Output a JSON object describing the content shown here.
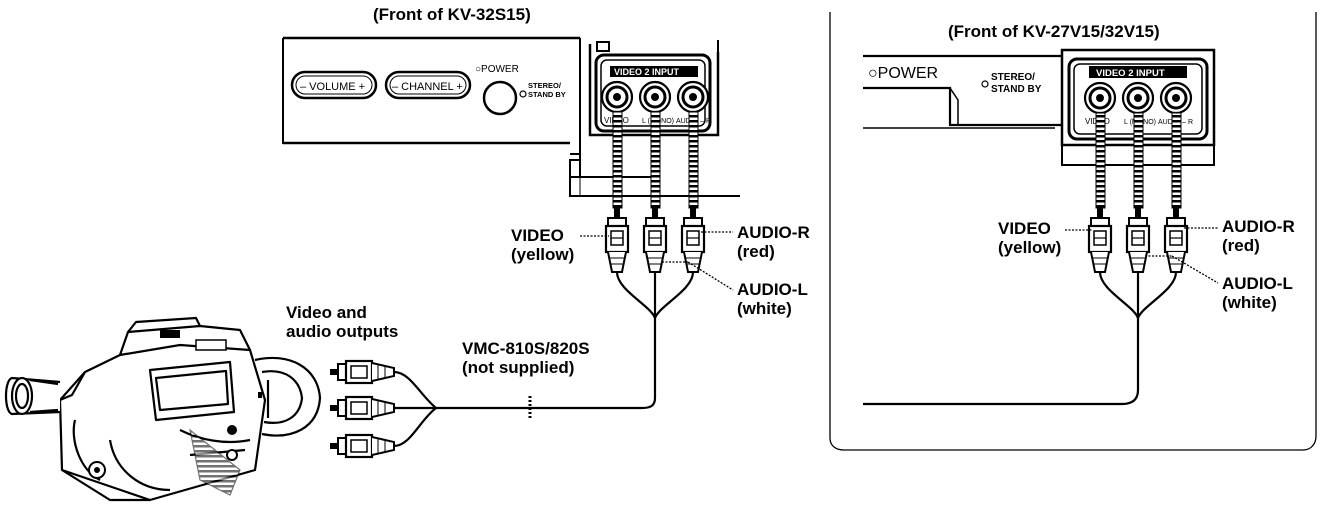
{
  "left_panel": {
    "caption": "(Front of KV-32S15)",
    "volume_label": "– VOLUME +",
    "channel_label": "– CHANNEL +",
    "power_label": "○POWER",
    "stereo_line1": "STEREO/",
    "stereo_line2": "STAND BY",
    "input_title": "VIDEO 2 INPUT",
    "jack_labels": [
      "VIDEO",
      "L (MONO)",
      "AUDIO – R"
    ]
  },
  "right_panel": {
    "caption": "(Front of KV-27V15/32V15)",
    "power_label": "○POWER",
    "stereo_line1": "STEREO/",
    "stereo_line2": "STAND BY",
    "input_title": "VIDEO 2 INPUT",
    "jack_labels": [
      "VIDEO",
      "L (MONO)",
      "AUDIO – R"
    ]
  },
  "plugs_left": {
    "video_line1": "VIDEO",
    "video_line2": "(yellow)",
    "audio_r_line1": "AUDIO-R",
    "audio_r_line2": "(red)",
    "audio_l_line1": "AUDIO-L",
    "audio_l_line2": "(white)"
  },
  "plugs_right": {
    "video_line1": "VIDEO",
    "video_line2": "(yellow)",
    "audio_r_line1": "AUDIO-R",
    "audio_r_line2": "(red)",
    "audio_l_line1": "AUDIO-L",
    "audio_l_line2": "(white)"
  },
  "camcorder": {
    "outputs_line1": "Video and",
    "outputs_line2": "audio outputs"
  },
  "cable": {
    "model_line1": "VMC-810S/820S",
    "model_line2": "(not supplied)"
  }
}
